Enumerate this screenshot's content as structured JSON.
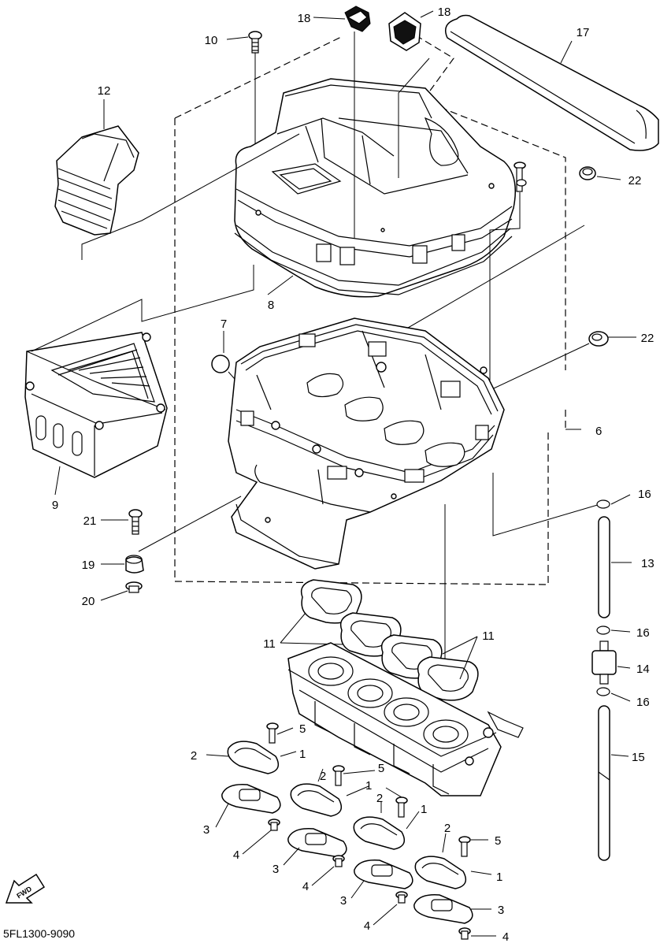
{
  "diagram": {
    "drawing_code": "5FL1300-9090",
    "fwd_label": "FWD",
    "callouts": [
      {
        "id": "c1a",
        "text": "1"
      },
      {
        "id": "c1b",
        "text": "1"
      },
      {
        "id": "c1c",
        "text": "1"
      },
      {
        "id": "c1d",
        "text": "1"
      },
      {
        "id": "c2a",
        "text": "2"
      },
      {
        "id": "c2b",
        "text": "2"
      },
      {
        "id": "c2c",
        "text": "2"
      },
      {
        "id": "c2d",
        "text": "2"
      },
      {
        "id": "c3a",
        "text": "3"
      },
      {
        "id": "c3b",
        "text": "3"
      },
      {
        "id": "c3c",
        "text": "3"
      },
      {
        "id": "c3d",
        "text": "3"
      },
      {
        "id": "c4a",
        "text": "4"
      },
      {
        "id": "c4b",
        "text": "4"
      },
      {
        "id": "c4c",
        "text": "4"
      },
      {
        "id": "c4d",
        "text": "4"
      },
      {
        "id": "c5a",
        "text": "5"
      },
      {
        "id": "c5b",
        "text": "5"
      },
      {
        "id": "c5c",
        "text": "5"
      },
      {
        "id": "c6",
        "text": "6"
      },
      {
        "id": "c7",
        "text": "7"
      },
      {
        "id": "c8",
        "text": "8"
      },
      {
        "id": "c9",
        "text": "9"
      },
      {
        "id": "c10",
        "text": "10"
      },
      {
        "id": "c11a",
        "text": "11"
      },
      {
        "id": "c11b",
        "text": "11"
      },
      {
        "id": "c12",
        "text": "12"
      },
      {
        "id": "c13",
        "text": "13"
      },
      {
        "id": "c14",
        "text": "14"
      },
      {
        "id": "c15",
        "text": "15"
      },
      {
        "id": "c16a",
        "text": "16"
      },
      {
        "id": "c16b",
        "text": "16"
      },
      {
        "id": "c16c",
        "text": "16"
      },
      {
        "id": "c17",
        "text": "17"
      },
      {
        "id": "c18a",
        "text": "18"
      },
      {
        "id": "c18b",
        "text": "18"
      },
      {
        "id": "c19",
        "text": "19"
      },
      {
        "id": "c20",
        "text": "20"
      },
      {
        "id": "c21",
        "text": "21"
      },
      {
        "id": "c22a",
        "text": "22"
      },
      {
        "id": "c22b",
        "text": "22"
      }
    ]
  }
}
